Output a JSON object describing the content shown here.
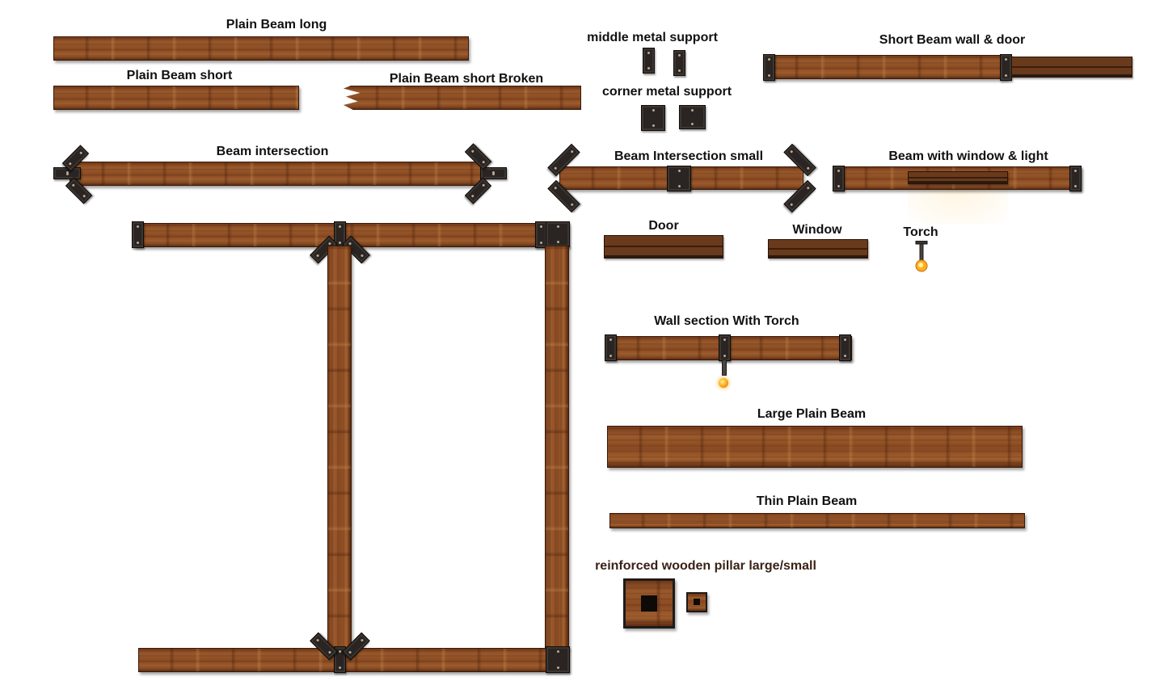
{
  "labels": {
    "plain_beam_long": "Plain Beam long",
    "plain_beam_short": "Plain Beam short",
    "plain_beam_short_broken": "Plain Beam short Broken",
    "middle_metal_support": "middle metal support",
    "corner_metal_support": "corner metal support",
    "short_beam_wall_door": "Short Beam wall & door",
    "beam_intersection": "Beam intersection",
    "beam_intersection_small": "Beam Intersection small",
    "beam_with_window_light": "Beam with window & light",
    "door": "Door",
    "window": "Window",
    "torch": "Torch",
    "wall_section_with_torch": "Wall section With Torch",
    "large_plain_beam": "Large Plain Beam",
    "thin_plain_beam": "Thin Plain Beam",
    "reinforced_wooden_pillar": "reinforced wooden pillar large/small"
  },
  "colors": {
    "wood": "#8a4a22",
    "metal": "#2a2522",
    "flame": "#ffb020",
    "label_text": "#111111",
    "pillar_label_text": "#3a2216"
  },
  "icons": {
    "torch": "torch-icon",
    "flame": "flame-icon"
  }
}
